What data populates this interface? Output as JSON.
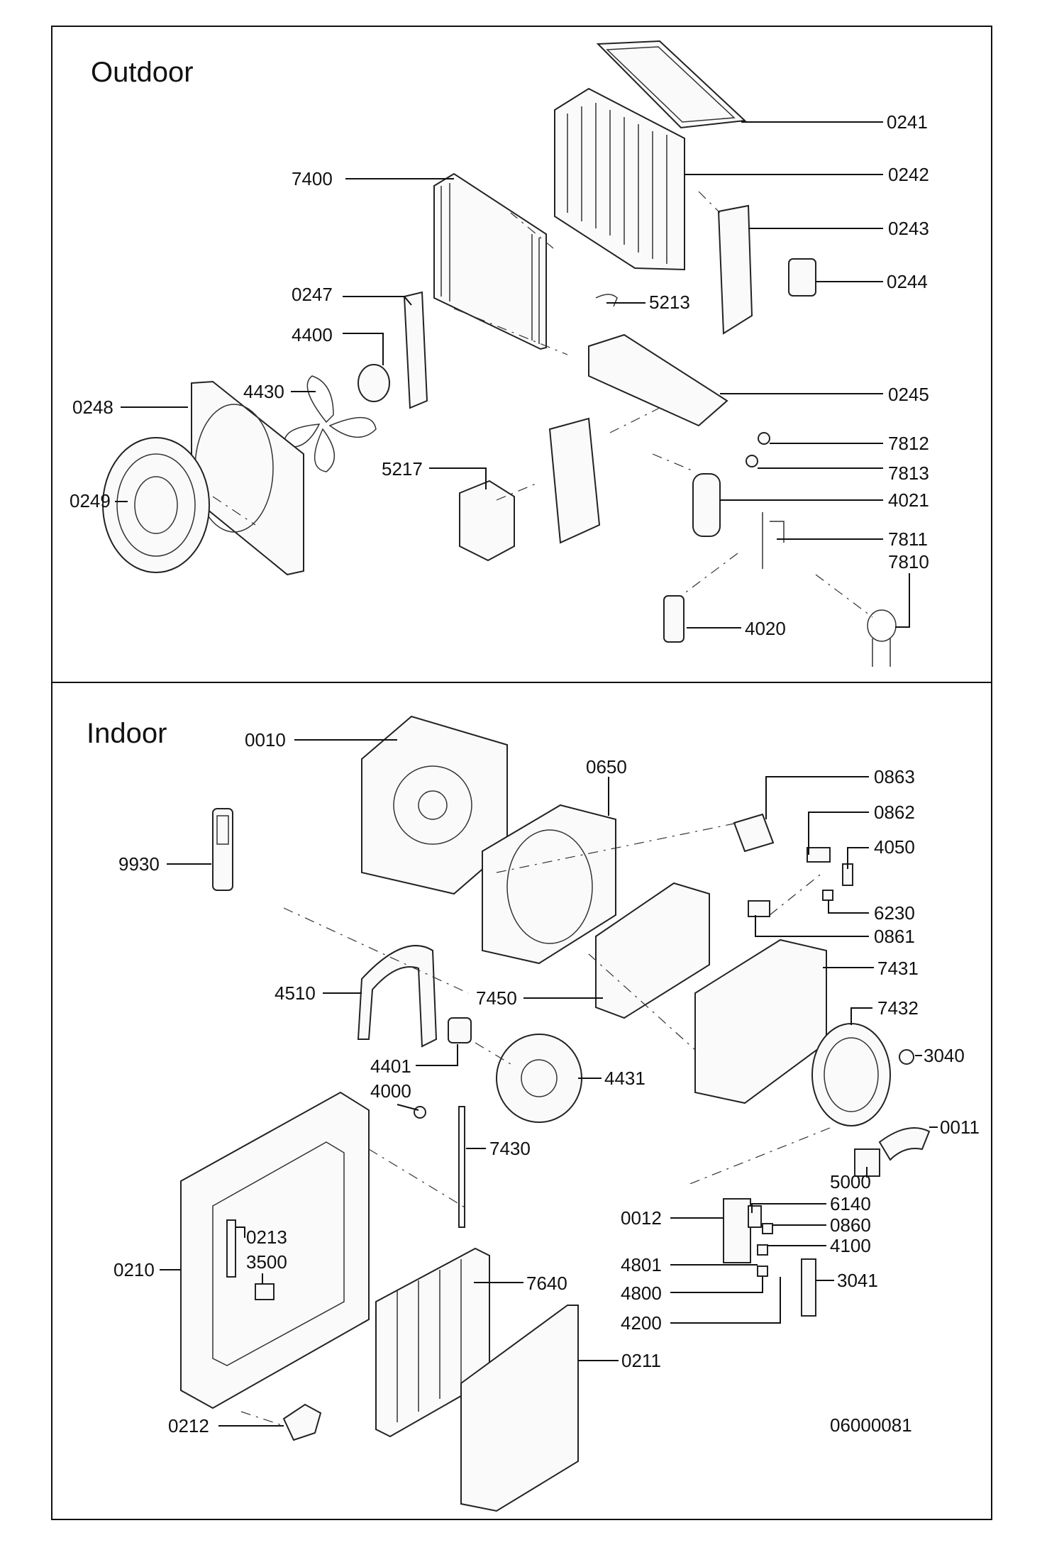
{
  "sections": {
    "outdoor": {
      "title": "Outdoor"
    },
    "indoor": {
      "title": "Indoor"
    }
  },
  "outdoor_parts": [
    "0241",
    "0242",
    "7400",
    "0243",
    "0244",
    "0247",
    "5213",
    "4400",
    "4430",
    "0248",
    "0245",
    "7812",
    "7813",
    "5217",
    "4021",
    "0249",
    "7811",
    "7810",
    "4020"
  ],
  "indoor_parts": [
    "0010",
    "0650",
    "0863",
    "0862",
    "4050",
    "9930",
    "6230",
    "0861",
    "7431",
    "4510",
    "7450",
    "7432",
    "3040",
    "4401",
    "4431",
    "4000",
    "7430",
    "0011",
    "5000",
    "6140",
    "0012",
    "0860",
    "0213",
    "4100",
    "0210",
    "3500",
    "4801",
    "3041",
    "4800",
    "7640",
    "4200",
    "0211",
    "0212"
  ],
  "document_code": "06000081"
}
